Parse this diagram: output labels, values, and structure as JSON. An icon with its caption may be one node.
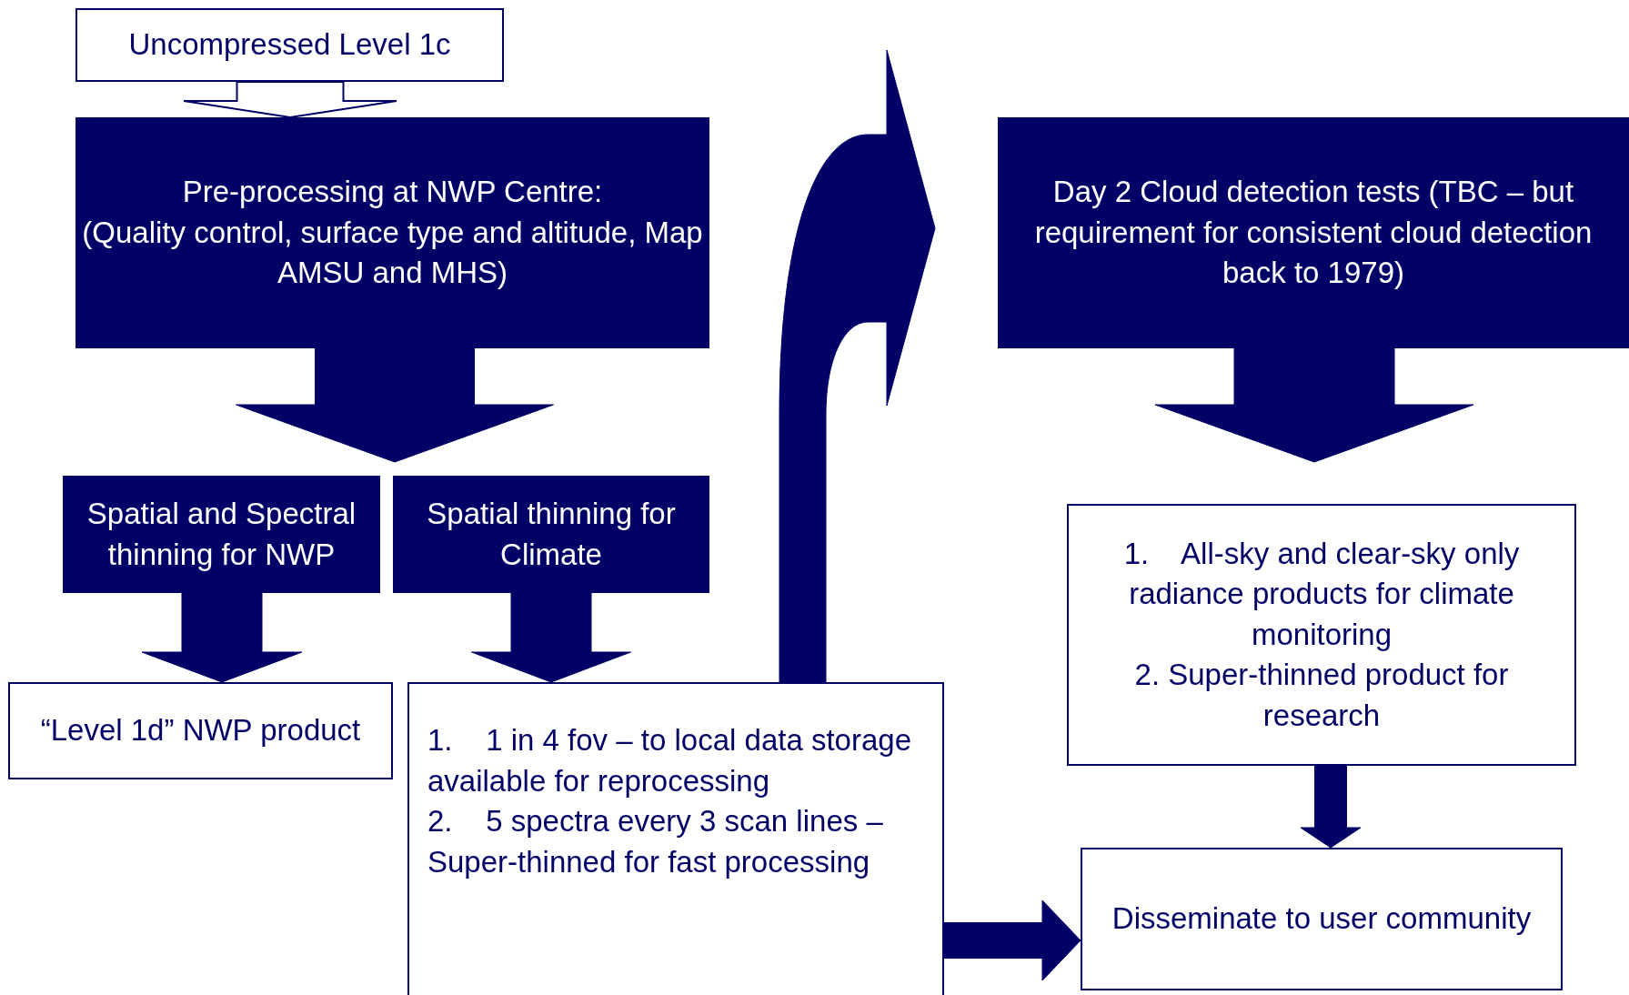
{
  "diagram": {
    "nodes": [
      {
        "text": [
          "Uncompressed Level 1c"
        ]
      },
      {
        "text": [
          "Pre-processing at NWP Centre:",
          "(Quality control, surface type and altitude, Map AMSU and MHS)"
        ]
      },
      {
        "text": [
          "Spatial and Spectral thinning for NWP"
        ]
      },
      {
        "text": [
          "Spatial thinning for Climate"
        ]
      },
      {
        "text": [
          "“Level 1d” NWP product"
        ]
      },
      {
        "text": [
          "1.    1 in 4 fov – to local data storage available for reprocessing",
          "2.    5 spectra every 3 scan lines – Super-thinned for fast processing"
        ]
      },
      {
        "text": [
          "Day 2 Cloud detection tests (TBC – but requirement for consistent cloud detection back to 1979)"
        ]
      },
      {
        "text": [
          "1.    All-sky and clear-sky only radiance products for climate monitoring",
          "2. Super-thinned product for research"
        ]
      },
      {
        "text": [
          "Disseminate to user community"
        ]
      }
    ],
    "edges": [
      {
        "from": 0,
        "to": 1,
        "arrow": "to"
      },
      {
        "from": 1,
        "to": 2,
        "arrow": "to"
      },
      {
        "from": 1,
        "to": 3,
        "arrow": "to"
      },
      {
        "from": 2,
        "to": 4,
        "arrow": "to"
      },
      {
        "from": 3,
        "to": 5,
        "arrow": "to"
      },
      {
        "from": 5,
        "to": 6,
        "arrow": "to"
      },
      {
        "from": 6,
        "to": 7,
        "arrow": "to"
      },
      {
        "from": 7,
        "to": 8,
        "arrow": "to"
      },
      {
        "from": 5,
        "to": 8,
        "arrow": "to"
      }
    ]
  }
}
